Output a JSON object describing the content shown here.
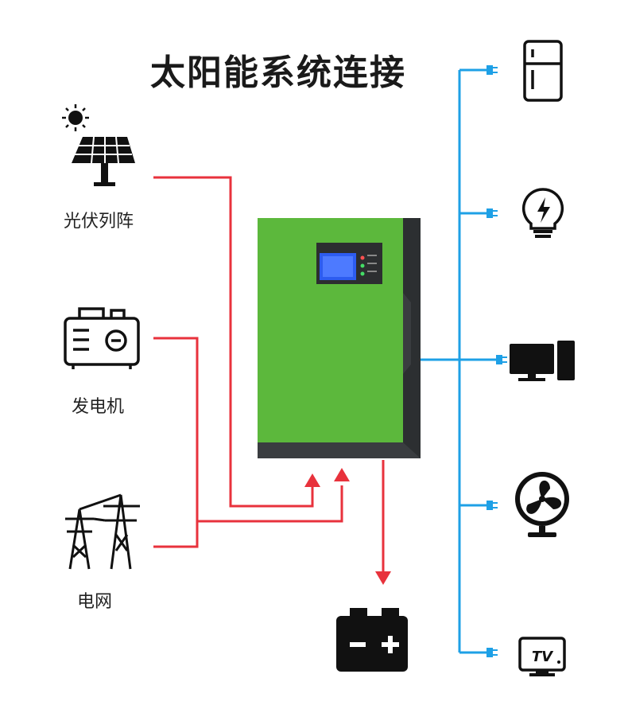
{
  "title": "太阳能系统连接",
  "sources": [
    {
      "label": "光伏列阵",
      "icon": "solar-panel-icon"
    },
    {
      "label": "发电机",
      "icon": "generator-icon"
    },
    {
      "label": "电网",
      "icon": "power-tower-icon"
    }
  ],
  "battery": {
    "icon": "battery-icon",
    "symbols": "−+"
  },
  "loads": [
    {
      "icon": "refrigerator-icon"
    },
    {
      "icon": "light-bulb-icon"
    },
    {
      "icon": "computer-icon"
    },
    {
      "icon": "fan-icon"
    },
    {
      "icon": "tv-icon",
      "text": "TV"
    }
  ],
  "colors": {
    "input_line": "#e8323c",
    "output_line": "#1ea0e6",
    "inverter_body": "#5cb83c",
    "inverter_frame": "#3a3d40",
    "display": "#2d5cf0"
  }
}
